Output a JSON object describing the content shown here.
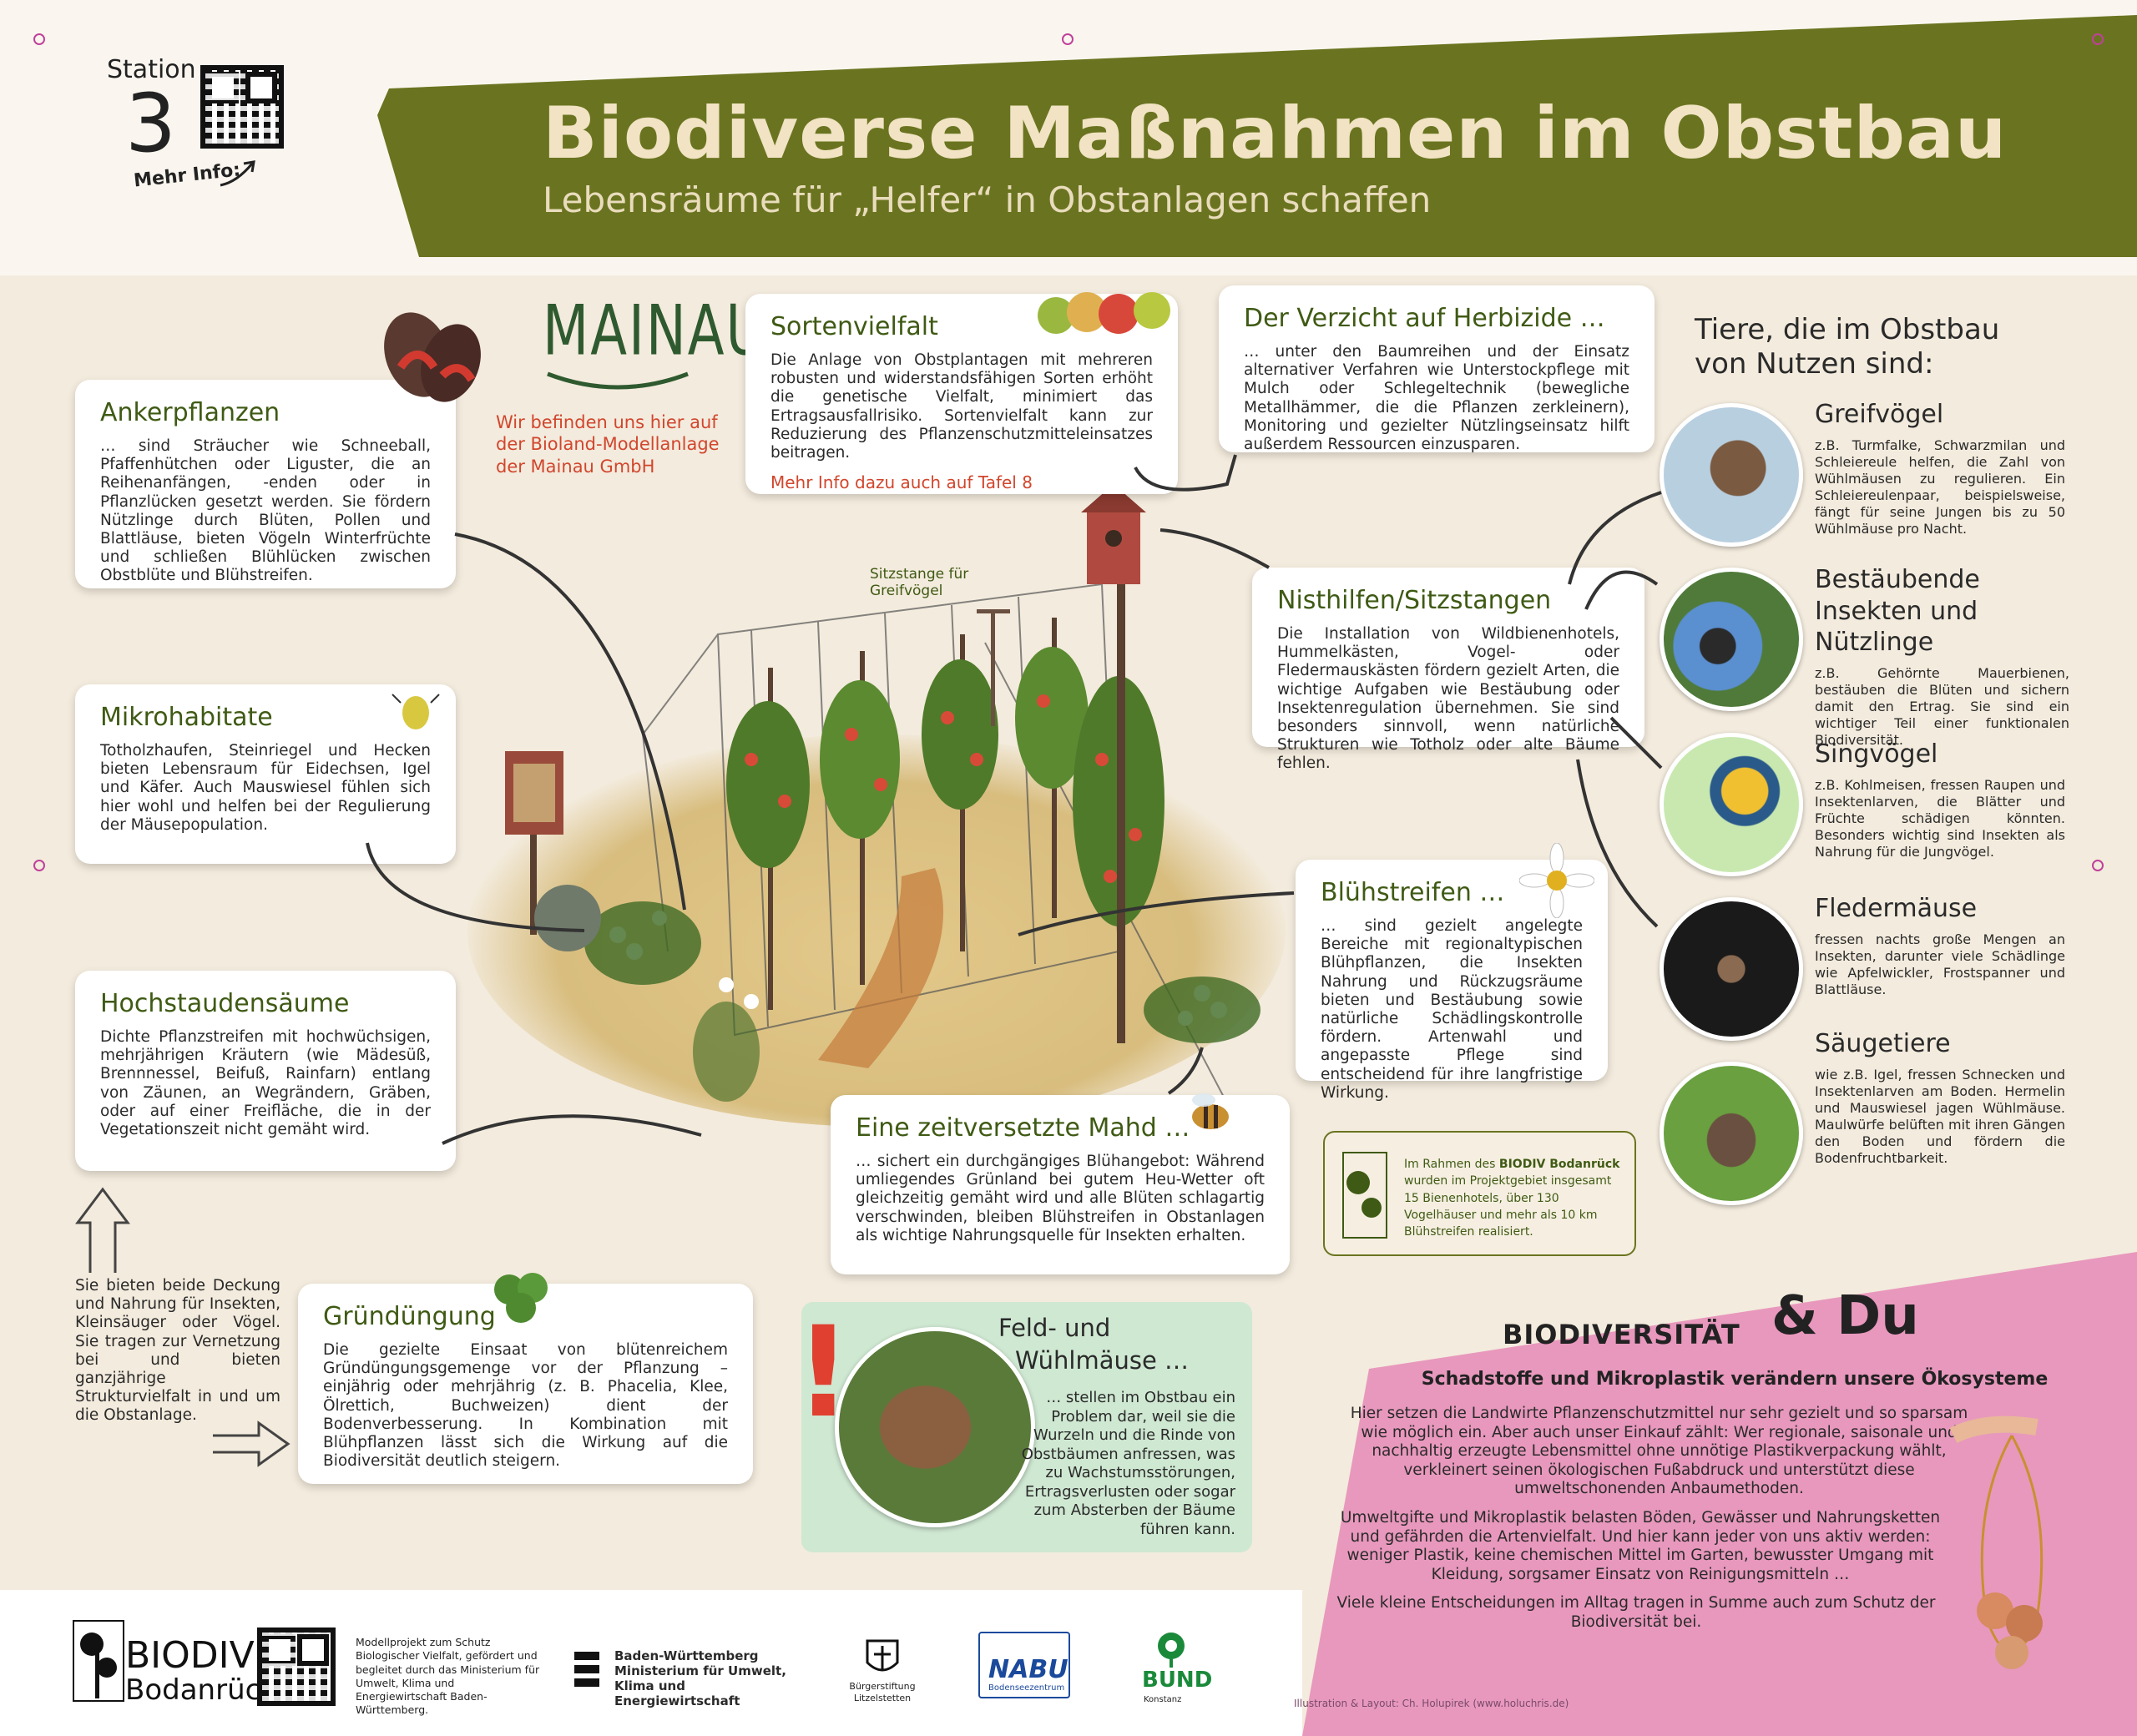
{
  "station": {
    "label": "Station",
    "number": "3",
    "more_info": "Mehr Info:"
  },
  "header": {
    "title": "Biodiverse Maßnahmen im Obstbau",
    "subtitle": "Lebensräume für „Helfer“ in Obstanlagen schaffen"
  },
  "mainau": {
    "logo_text": "MAINAU",
    "note": "Wir befinden uns hier auf der Bioland-Modellanlage der Mainau GmbH"
  },
  "cards": {
    "ankerpflanzen": {
      "title": "Ankerpflanzen",
      "text": "… sind Sträucher wie Schneeball, Pfaffenhütchen oder Liguster, die an Reihenanfängen, -enden oder in Pflanzlücken gesetzt werden. Sie fördern Nützlinge durch Blüten, Pollen und Blattläuse, bieten Vögeln Winterfrüchte und schließen Blühlücken zwischen Obstblüte und Blühstreifen."
    },
    "mikrohabitate": {
      "title": "Mikrohabitate",
      "text": "Totholzhaufen, Steinriegel und Hecken bieten Lebensraum für Eidechsen, Igel und Käfer. Auch Mauswiesel fühlen sich hier wohl und helfen bei der Regulierung der Mäusepopulation."
    },
    "hochstauden": {
      "title": "Hochstaudensäume",
      "text": "Dichte Pflanzstreifen mit hochwüchsigen, mehrjährigen Kräutern (wie Mädesüß, Brennnessel, Beifuß, Rainfarn) entlang von Zäunen, an Wegrändern, Gräben, oder auf einer Freifläche, die in der Vegetationszeit nicht gemäht wird."
    },
    "sortenvielfalt": {
      "title": "Sortenvielfalt",
      "text": "Die Anlage von Obstplantagen mit mehreren robusten und widerstandsfähigen Sorten erhöht die genetische Vielfalt, minimiert das Ertragsausfallrisiko. Sortenvielfalt kann zur Reduzierung des Pflanzenschutzmitteleinsatzes beitragen.",
      "link": "Mehr Info dazu auch auf Tafel 8"
    },
    "herbizide": {
      "title": "Der Verzicht auf Herbizide …",
      "text": "… unter den Baumreihen und der Einsatz alternativer Verfahren wie Unterstockpflege mit Mulch oder Schlegeltechnik (bewegliche Metallhämmer, die die Pflanzen zerkleinern), Monitoring und gezielter Nützlingseinsatz hilft außerdem Ressourcen einzusparen."
    },
    "nisthilfen": {
      "title": "Nisthilfen/Sitzstangen",
      "text": "Die Installation von Wildbienenhotels, Hummelkästen, Vogel- oder Fledermauskästen fördern gezielt Arten, die wichtige Aufgaben wie Bestäubung oder Insektenregulation übernehmen. Sie sind besonders sinnvoll, wenn natürliche Strukturen wie Totholz oder alte Bäume fehlen."
    },
    "bluehstreifen": {
      "title": "Blühstreifen …",
      "text": "… sind gezielt angelegte Bereiche mit regionaltypischen Blühpflanzen, die Insekten Nahrung und Rückzugsräume bieten und Bestäubung sowie natürliche Schädlingskontrolle fördern. Artenwahl und angepasste Pflege sind entscheidend für ihre langfristige Wirkung."
    },
    "mahd": {
      "title": "Eine zeitversetzte Mahd …",
      "text": "… sichert ein durchgängiges Blühangebot: Während umliegendes Grünland bei gutem Heu-Wetter oft gleichzeitig gemäht wird und alle Blüten schlagartig verschwinden, bleiben Blühstreifen in Obstanlagen als wichtige Nahrungsquelle für Insekten erhalten."
    },
    "gruenduengung": {
      "title": "Gründüngung",
      "text": "Die gezielte Einsaat von blütenreichem Gründüngungsgemenge vor der Pflanzung – einjährig oder mehrjährig (z. B. Phacelia, Klee, Ölrettich, Buchweizen) dient der Bodenverbesserung. In Kombination mit Blühpflanzen lässt sich die Wirkung auf die Biodiversität deutlich steigern."
    }
  },
  "side_note": "Sie bieten beide Deckung und Nahrung für Insekten, Kleinsäuger oder Vögel. Sie tragen zur Vernetzung bei und bieten ganzjährige Strukturvielfalt in und um die Obstanlage.",
  "perch_label": "Sitzstange für Greifvögel",
  "animals": {
    "heading": "Tiere, die im Obstbau von Nutzen sind:",
    "items": [
      {
        "title": "Greifvögel",
        "text": "z.B. Turmfalke, Schwarzmilan und Schleiereule helfen, die Zahl von Wühlmäusen zu regulieren. Ein Schleiereulenpaar, beispielsweise, fängt für seine Jungen bis zu 50 Wühlmäuse pro Nacht."
      },
      {
        "title": "Bestäubende Insekten und Nützlinge",
        "text": "z.B. Gehörnte Mauerbienen, bestäuben die Blüten und sichern damit den Ertrag. Sie sind ein wichtiger Teil einer funktionalen Biodiversität."
      },
      {
        "title": "Singvögel",
        "text": "z.B. Kohlmeisen, fressen Raupen und Insektenlarven, die Blätter und Früchte schädigen könnten. Besonders wichtig sind Insekten als Nahrung für die Jungvögel."
      },
      {
        "title": "Fledermäuse",
        "text": "fressen nachts große Mengen an Insekten, darunter viele Schädlinge wie Apfelwickler, Frostspanner und Blattläuse."
      },
      {
        "title": "Säugetiere",
        "text": "wie z.B. Igel, fressen Schnecken und Insektenlarven am Boden. Hermelin und Mauswiesel jagen Wühlmäuse. Maulwürfe belüften mit ihren Gängen den Boden und fördern die Bodenfruchtbarkeit."
      }
    ]
  },
  "biodiv_info": {
    "prefix": "Im Rahmen des",
    "name": "BIODIV Bodanrück",
    "text": "wurden im Projektgebiet insgesamt 15 Bienenhotels, über 130 Vogelhäuser und mehr als 10 km Blühstreifen realisiert."
  },
  "voles": {
    "title_line1": "Feld- und",
    "title_line2": "Wühlmäuse …",
    "text": "… stellen im Obstbau ein Problem dar, weil sie die Wurzeln und die Rinde von Obstbäumen anfressen, was zu Wachstumsstörungen, Ertragsverlusten oder sogar zum Absterben der Bäume führen kann."
  },
  "biodiv_du": {
    "title": "BIODIVERSITÄT",
    "amp": "& Du",
    "headline": "Schadstoffe und Mikroplastik verändern unsere Ökosysteme",
    "p1": "Hier setzen die Landwirte Pflanzenschutzmittel nur sehr gezielt und so sparsam wie möglich ein. Aber auch unser Einkauf zählt: Wer regionale, saisonale und nachhaltig erzeugte Lebensmittel ohne unnötige Plastikverpackung wählt, verkleinert seinen ökologischen Fußabdruck und unterstützt diese umweltschonenden Anbaumethoden.",
    "p2": "Umweltgifte und Mikroplastik belasten Böden, Gewässer und Nahrungsketten und gefährden die Artenvielfalt. Und hier kann jeder von uns aktiv werden: weniger Plastik, keine chemischen Mittel im Garten, bewusster Umgang mit Kleidung, sorgsamer Einsatz von Reinigungsmitteln …",
    "p3": "Viele kleine Entscheidungen im Alltag tragen in Summe auch zum Schutz der Biodiversität bei."
  },
  "footer": {
    "biodiv_line1": "BIODIV",
    "biodiv_line2": "Bodanrück",
    "model_text": "Modellprojekt zum Schutz Biologischer Vielfalt, gefördert und begleitet durch das Ministerium für Umwelt, Klima und Energiewirtschaft Baden-Württemberg.",
    "bw_line1": "Baden-Württemberg",
    "bw_line2": "Ministerium für Umwelt, Klima und Energiewirtschaft",
    "stiftung": "Bürgerstiftung Litzelstetten",
    "nabu": "NABU",
    "nabu_sub": "Bodenseezentrum",
    "bund": "BUND",
    "bund_sub": "Konstanz",
    "credit": "Illustration & Layout: Ch. Holupirek (www.holuchris.de)"
  },
  "colors": {
    "banner": "#6a7420",
    "heading_green": "#3f5a14",
    "accent_red": "#d1462d",
    "pink": "#e898bd",
    "background": "#f3ebdd"
  }
}
